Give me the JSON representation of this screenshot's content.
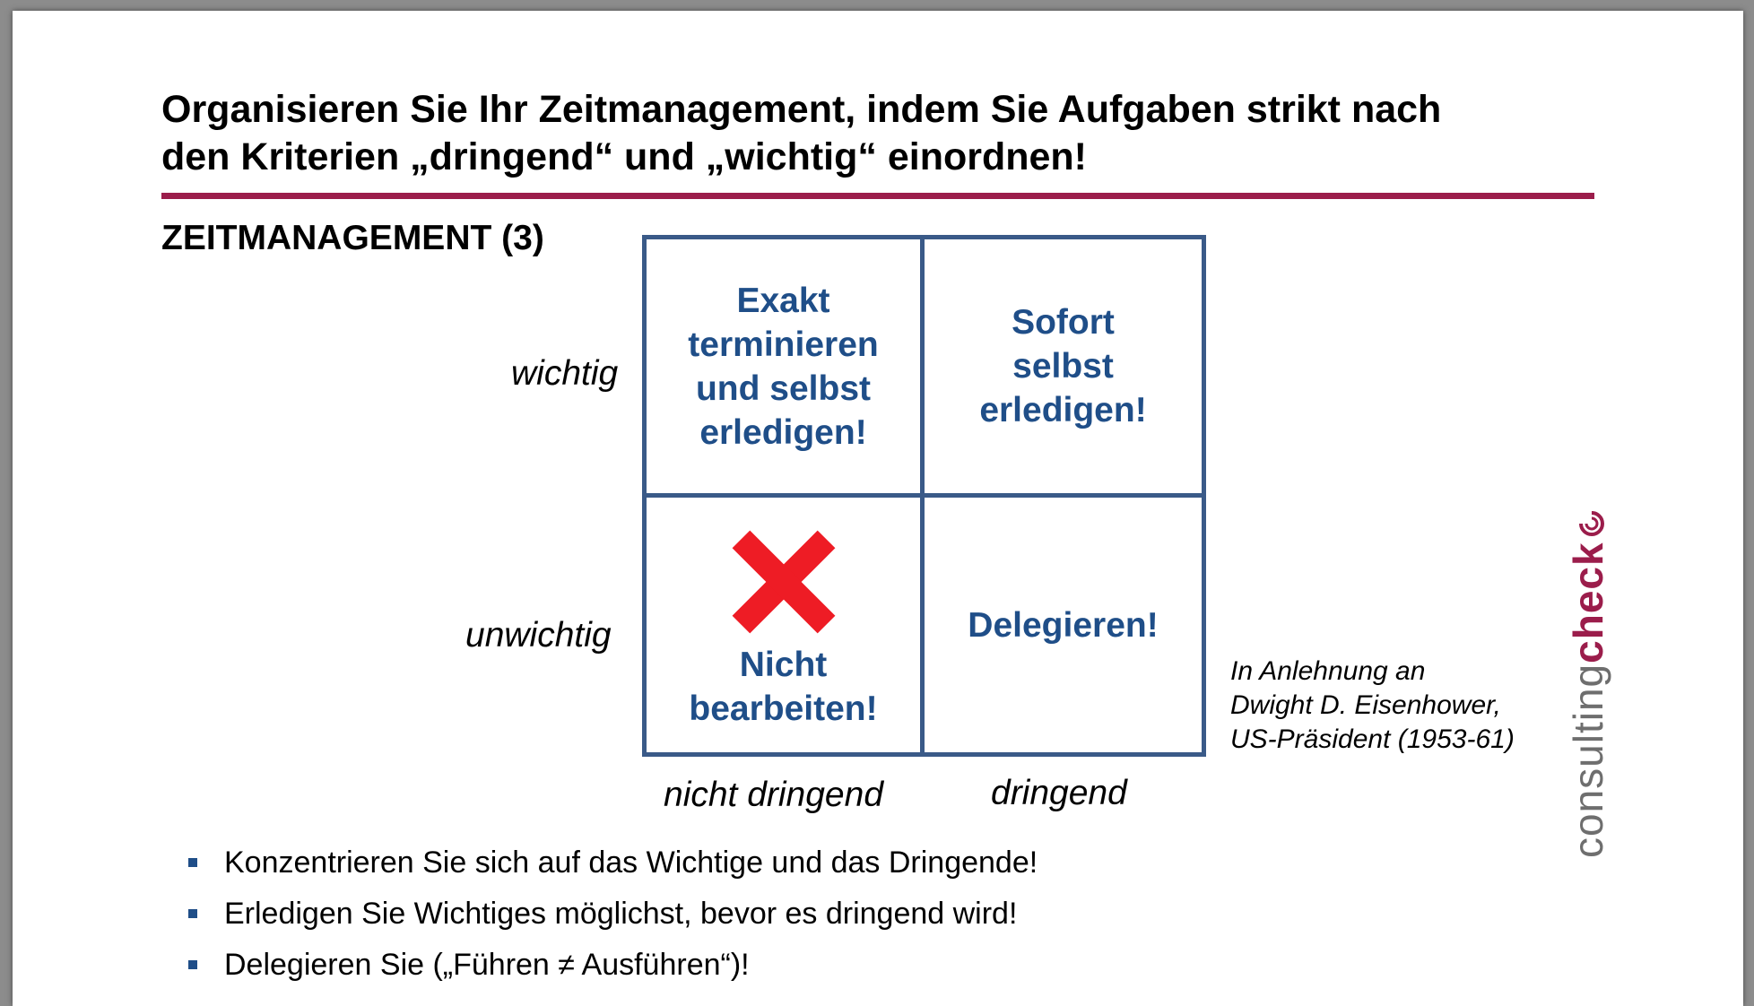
{
  "slide": {
    "title_line1": "Organisieren Sie Ihr Zeitmanagement, indem Sie Aufgaben strikt nach",
    "title_line2": "den Kriterien „dringend“ und „wichtig“ einordnen!",
    "subtitle": "ZEITMANAGEMENT (3)",
    "accent_color": "#9b1d4b",
    "matrix_color": "#1f4e88"
  },
  "matrix": {
    "row_labels": [
      "wichtig",
      "unwichtig"
    ],
    "col_labels": [
      "nicht dringend",
      "dringend"
    ],
    "quadrants": {
      "important_not_urgent": [
        "Exakt",
        "terminieren",
        "und selbst",
        "erledigen!"
      ],
      "important_urgent": [
        "Sofort",
        "selbst",
        "erledigen!"
      ],
      "unimportant_not_urgent": [
        "Nicht",
        "bearbeiten!"
      ],
      "unimportant_urgent": [
        "Delegieren!"
      ]
    },
    "cross_icon": "red-x-icon",
    "cross_color": "#ee1c25"
  },
  "note": {
    "line1": "In Anlehnung an",
    "line2": "Dwight D. Eisenhower,",
    "line3": "US-Präsident (1953-61)"
  },
  "bullets": [
    "Konzentrieren Sie sich auf das Wichtige und das Dringende!",
    "Erledigen Sie Wichtiges möglichst, bevor es dringend wird!",
    "Delegieren Sie („Führen ≠ Ausführen“)!"
  ],
  "logo": {
    "part1": "consulting",
    "part2": "check"
  }
}
